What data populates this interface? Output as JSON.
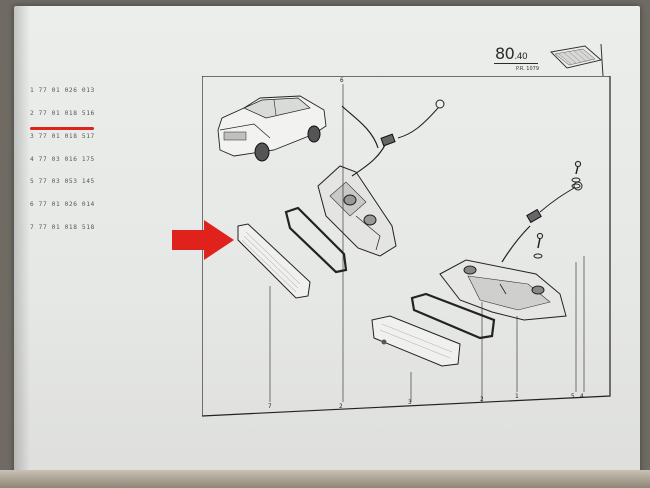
{
  "header": {
    "page_number_main": "80",
    "page_number_sub": ".40",
    "reference": "P.R. 1079"
  },
  "parts_list": [
    {
      "index": "1",
      "number": "77 01 026 013"
    },
    {
      "index": "2",
      "number": "77 01 018 516"
    },
    {
      "index": "3",
      "number": "77 01 018 517"
    },
    {
      "index": "4",
      "number": "77 03 016 175"
    },
    {
      "index": "5",
      "number": "77 03 053 145"
    },
    {
      "index": "6",
      "number": "77 01 026 014"
    },
    {
      "index": "7",
      "number": "77 01 018 518"
    }
  ],
  "callouts": {
    "top": "6",
    "b1": "7",
    "b2": "2",
    "b3": "3",
    "b4": "2",
    "b5": "1",
    "b6": "5",
    "b7": "4"
  },
  "colors": {
    "highlight": "#e0221c",
    "ink": "#2a2c2c",
    "paper": "#e9ebe9"
  },
  "icons": [
    "red-arrow-icon",
    "lamp-thumbnail-icon",
    "car-illustration-icon"
  ]
}
